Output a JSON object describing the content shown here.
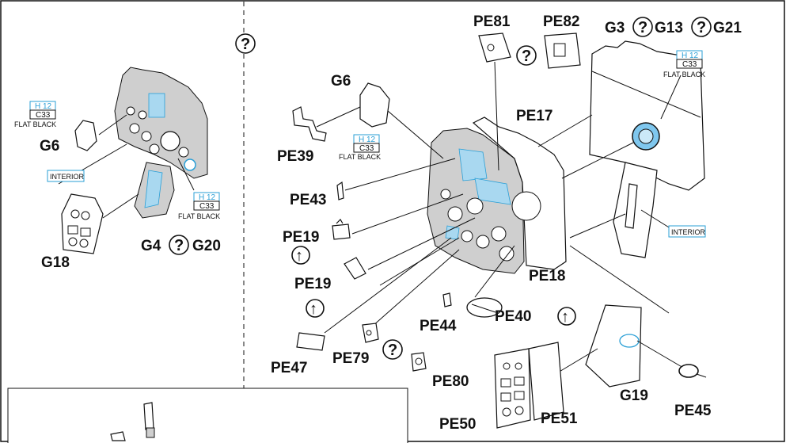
{
  "labels": {
    "G6_left": "G6",
    "G18": "G18",
    "G4": "G4",
    "G20": "G20",
    "G6_mid": "G6",
    "PE39": "PE39",
    "PE43": "PE43",
    "PE19_a": "PE19",
    "PE19_b": "PE19",
    "PE47": "PE47",
    "PE79": "PE79",
    "PE44": "PE44",
    "PE40": "PE40",
    "PE80": "PE80",
    "PE81": "PE81",
    "PE82": "PE82",
    "PE17": "PE17",
    "PE18": "PE18",
    "G3": "G3",
    "G13": "G13",
    "G21": "G21",
    "G19": "G19",
    "PE45": "PE45",
    "PE50": "PE50",
    "PE51": "PE51"
  },
  "colors": {
    "h12_code": "H 12",
    "c33_code": "C33",
    "flat_black": "FLAT BLACK",
    "interior": "INTERIOR",
    "accent": "#2a9fd6",
    "fill_blue": "#a9d8f0"
  },
  "symbols": {
    "optional": "?",
    "bend": "↑"
  }
}
